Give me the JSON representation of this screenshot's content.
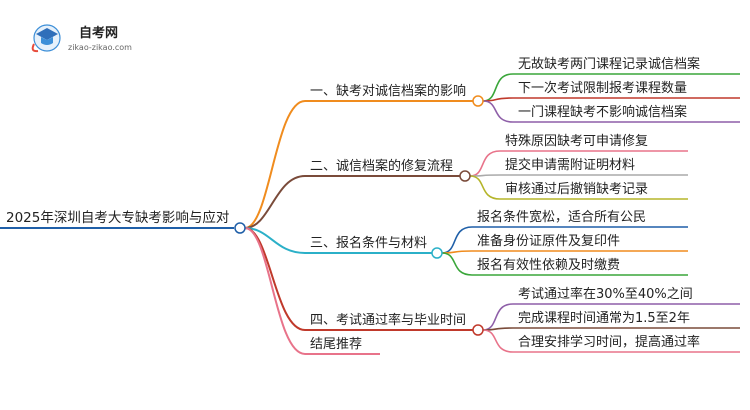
{
  "logo": {
    "title": "自考网",
    "url": "zikao-zikao.com"
  },
  "root": {
    "label": "2025年深圳自考大专缺考影响与应对"
  },
  "branches": [
    {
      "label": "一、缺考对诚信档案的影响",
      "color": "#f08c1e",
      "children": [
        {
          "label": "无故缺考两门课程记录诚信档案",
          "color": "#3aa63a"
        },
        {
          "label": "下一次考试限制报考课程数量",
          "color": "#c0392b"
        },
        {
          "label": "一门课程缺考不影响诚信档案",
          "color": "#8e5fa8"
        }
      ]
    },
    {
      "label": "二、诚信档案的修复流程",
      "color": "#7a4b3a",
      "children": [
        {
          "label": "特殊原因缺考可申请修复",
          "color": "#e8738a"
        },
        {
          "label": "提交申请需附证明材料",
          "color": "#aaaaaa"
        },
        {
          "label": "审核通过后撤销缺考记录",
          "color": "#b5b52a"
        }
      ]
    },
    {
      "label": "三、报名条件与材料",
      "color": "#2bb0c8",
      "children": [
        {
          "label": "报名条件宽松，适合所有公民",
          "color": "#1f5fa8"
        },
        {
          "label": "准备身份证原件及复印件",
          "color": "#f08c1e"
        },
        {
          "label": "报名有效性依赖及时缴费",
          "color": "#3aa63a"
        }
      ]
    },
    {
      "label": "四、考试通过率与毕业时间",
      "color": "#c0392b",
      "children": [
        {
          "label": "考试通过率在30%至40%之间",
          "color": "#8e5fa8"
        },
        {
          "label": "完成课程时间通常为1.5至2年",
          "color": "#7a4b3a"
        },
        {
          "label": "合理安排学习时间，提高通过率",
          "color": "#e8738a"
        }
      ]
    },
    {
      "label": "结尾推荐",
      "color": "#e8738a",
      "children": []
    }
  ]
}
